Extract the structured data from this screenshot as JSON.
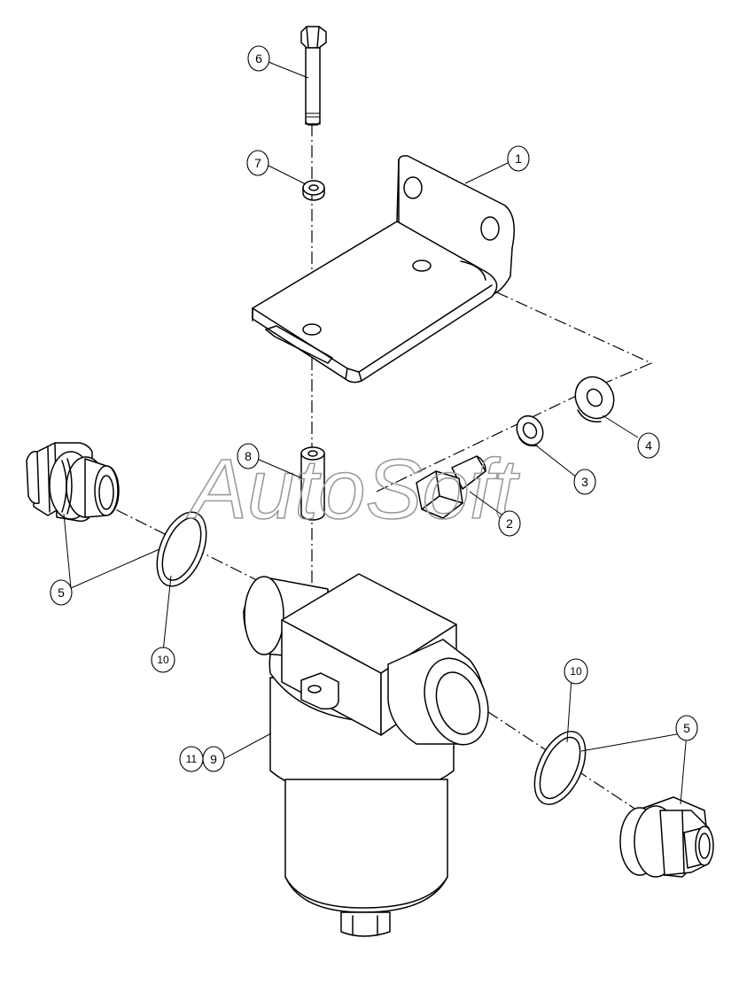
{
  "watermark": "AutoSoft",
  "callouts": [
    {
      "id": "c1",
      "label": "1"
    },
    {
      "id": "c2",
      "label": "2"
    },
    {
      "id": "c3",
      "label": "3"
    },
    {
      "id": "c4",
      "label": "4"
    },
    {
      "id": "c5a",
      "label": "5"
    },
    {
      "id": "c5b",
      "label": "5"
    },
    {
      "id": "c6",
      "label": "6"
    },
    {
      "id": "c7",
      "label": "7"
    },
    {
      "id": "c8",
      "label": "8"
    },
    {
      "id": "c9",
      "label": "9"
    },
    {
      "id": "c10a",
      "label": "10"
    },
    {
      "id": "c10b",
      "label": "10"
    },
    {
      "id": "c11",
      "label": "11"
    }
  ]
}
